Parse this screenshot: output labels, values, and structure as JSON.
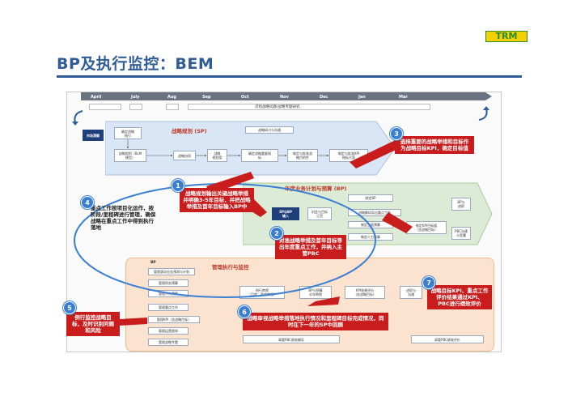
{
  "page_title": "BP及执行监控：BEM",
  "logo_text": "TRM",
  "months": [
    "April",
    "July",
    "Aug",
    "Sep",
    "Oct",
    "Nov",
    "Dec",
    "Jan",
    "Mar"
  ],
  "strategy_review_label": "识别战略问题/战略专题研究",
  "market_insight": "市场洞察",
  "sp": {
    "title": "战略规划 (SP)",
    "items": {
      "confirm_vision": "确定战略\n指引",
      "strategy_rules": "战略研讨与沟通",
      "strategy_dev": "战略规划（BLM\n模型）",
      "strategy_synergy": "战略协同",
      "strategy_plan": "战略\n规划案",
      "key_measures": "确定战略重要指\n标",
      "plan_approval": "制定与批准战\n略目的件",
      "kpi_plan": "制定与批准KPI\n指标方案"
    }
  },
  "bp": {
    "title": "年度业务计划与预算 (BP)",
    "items": {
      "sp_input": "SP与BP\n输入",
      "annual_goal": "机会与目标\n订货",
      "make_bp": "制定BP",
      "decompose": "战略解码导出重点工作",
      "budget": "制定全面预算",
      "hr_plan": "制定人力预算",
      "kpi_sign": "制定KPI目标值\n（含战略目标）",
      "bp_report": "BP与\n述职",
      "pbc_sign": "PBC沟通\n与签署"
    }
  },
  "exec": {
    "title": "管理执行与监控",
    "items": {
      "bp_label": "BP",
      "business_forecast": "管理滚动业务预测与计划",
      "manage_finance": "管理财务预算",
      "manage_hr": "管理人力预算",
      "manage_key": "管理重点工作",
      "manage_kpi": "管理KPI（含战略目标）",
      "manage_ops": "管理运营绩效",
      "manage_topic": "管理战略专题",
      "monthly_review": "例行审视\n（月度、季度审视）",
      "bp_review": "BP与预算\n半年审视",
      "kpi_result": "KPI结果评价\n(含战略目标)",
      "report": "述职与\n沟通",
      "pbc_mid": "高管PBC绩效辅导",
      "pbc_eval": "高管PBC绩效评价"
    }
  },
  "callouts": [
    {
      "num": "1",
      "text": "战略规划输出关键战略举措并明确3-5年目标，并把战略举措及首年目标输入BP中"
    },
    {
      "num": "2",
      "text": "对准战略举措及首年目标导出年度重点工作，并纳入主管PBC"
    },
    {
      "num": "3",
      "text": "选择重要的战略举措和目标作为战略目标KPI，确定目标值"
    },
    {
      "num": "4",
      "text": "重点工作按项目化运作，按阶段/里程碑进行管理，确保战略在重点工作中得到执行落地"
    },
    {
      "num": "5",
      "text": "例行监控战略目标，及时识别问题和风险"
    },
    {
      "num": "6",
      "text": "战略审视战略举措落地执行情况和里程碑目标完成情况，同时在下一年的SP中回顾"
    },
    {
      "num": "7",
      "text": "战略目标KPI、重点工作评价结果通过KPI、PBC进行绩效评价"
    }
  ],
  "colors": {
    "title_blue": "#2f5c96",
    "callout_red": "#c91c1c",
    "circle_blue": "#3b7fd3",
    "sp_bg": "#d9e6f5",
    "bp_bg": "#dcebd5",
    "exec_bg": "#fbe3cf"
  }
}
